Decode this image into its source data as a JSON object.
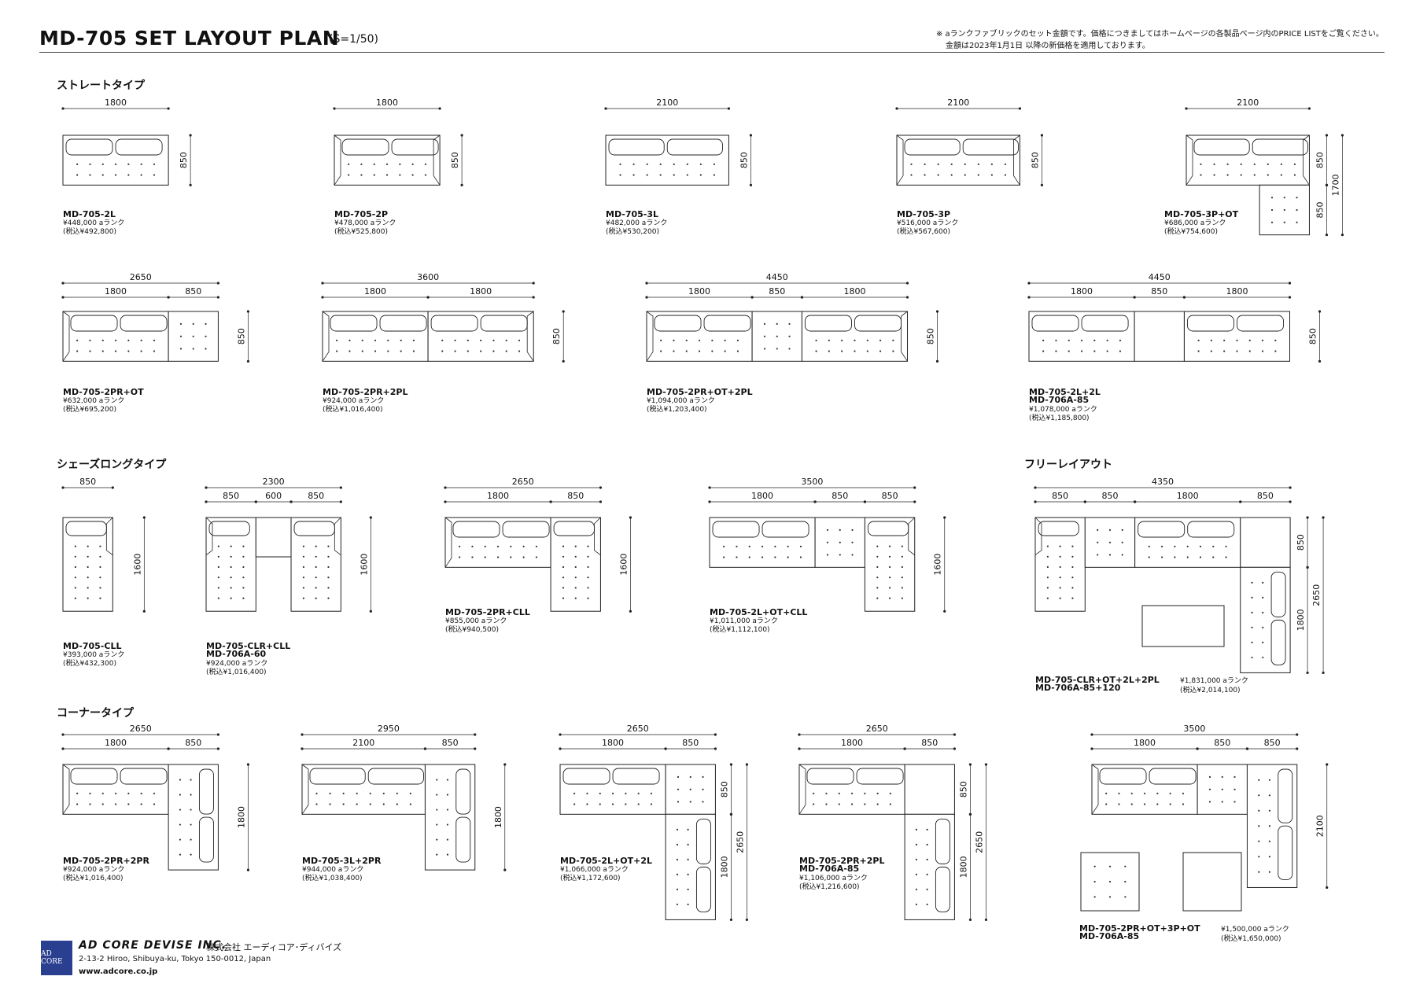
{
  "header": {
    "title": "MD-705  SET LAYOUT PLAN",
    "scale": "(S=1/50)",
    "note_line1": "※ aランクファブリックのセット金額です。価格につきましてはホームページの各製品ページ内のPRICE LISTをご覧ください。",
    "note_line2": "金額は2023年1月1日 以降の新価格を適用しております。"
  },
  "sections": {
    "straight": "ストレートタイプ",
    "chaise": "シェーズロングタイプ",
    "free": "フリーレイアウト",
    "corner": "コーナータイプ"
  },
  "layouts": [
    {
      "name": "MD-705-2L",
      "price": "¥448,000 aランク",
      "tax": "(税込¥492,800)"
    },
    {
      "name": "MD-705-2P",
      "price": "¥478,000 aランク",
      "tax": "(税込¥525,800)"
    },
    {
      "name": "MD-705-3L",
      "price": "¥482,000 aランク",
      "tax": "(税込¥530,200)"
    },
    {
      "name": "MD-705-3P",
      "price": "¥516,000 aランク",
      "tax": "(税込¥567,600)"
    },
    {
      "name": "MD-705-3P+OT",
      "price": "¥686,000 aランク",
      "tax": "(税込¥754,600)"
    },
    {
      "name": "MD-705-2PR+OT",
      "price": "¥632,000 aランク",
      "tax": "(税込¥695,200)"
    },
    {
      "name": "MD-705-2PR+2PL",
      "price": "¥924,000 aランク",
      "tax": "(税込¥1,016,400)"
    },
    {
      "name": "MD-705-2PR+OT+2PL",
      "price": "¥1,094,000 aランク",
      "tax": "(税込¥1,203,400)"
    },
    {
      "name": "MD-705-2L+2L",
      "name2": "MD-706A-85",
      "price": "¥1,078,000 aランク",
      "tax": "(税込¥1,185,800)"
    },
    {
      "name": "MD-705-CLL",
      "price": "¥393,000 aランク",
      "tax": "(税込¥432,300)"
    },
    {
      "name": "MD-705-CLR+CLL",
      "name2": "MD-706A-60",
      "price": "¥924,000 aランク",
      "tax": "(税込¥1,016,400)"
    },
    {
      "name": "MD-705-2PR+CLL",
      "price": "¥855,000 aランク",
      "tax": "(税込¥940,500)"
    },
    {
      "name": "MD-705-2L+OT+CLL",
      "price": "¥1,011,000 aランク",
      "tax": "(税込¥1,112,100)"
    },
    {
      "name": "MD-705-CLR+OT+2L+2PL",
      "name2": "MD-706A-85+120",
      "price": "¥1,831,000 aランク",
      "tax": "(税込¥2,014,100)"
    },
    {
      "name": "MD-705-2PR+2PR",
      "price": "¥924,000 aランク",
      "tax": "(税込¥1,016,400)"
    },
    {
      "name": "MD-705-3L+2PR",
      "price": "¥944,000 aランク",
      "tax": "(税込¥1,038,400)"
    },
    {
      "name": "MD-705-2L+OT+2L",
      "price": "¥1,066,000 aランク",
      "tax": "(税込¥1,172,600)"
    },
    {
      "name": "MD-705-2PR+2PL",
      "name2": "MD-706A-85",
      "price": "¥1,106,000 aランク",
      "tax": "(税込¥1,216,600)"
    },
    {
      "name": "MD-705-2PR+OT+3P+OT",
      "name2": "MD-706A-85",
      "price": "¥1,500,000 aランク",
      "tax": "(税込¥1,650,000)"
    }
  ],
  "footer": {
    "logo": "AD CORE",
    "company": "AD CORE DEVISE INC.",
    "company_jp": "株式会社 エーディコア･ディバイズ",
    "address": "2-13-2 Hiroo, Shibuya-ku, Tokyo 150-0012, Japan",
    "url": "www.adcore.co.jp"
  }
}
